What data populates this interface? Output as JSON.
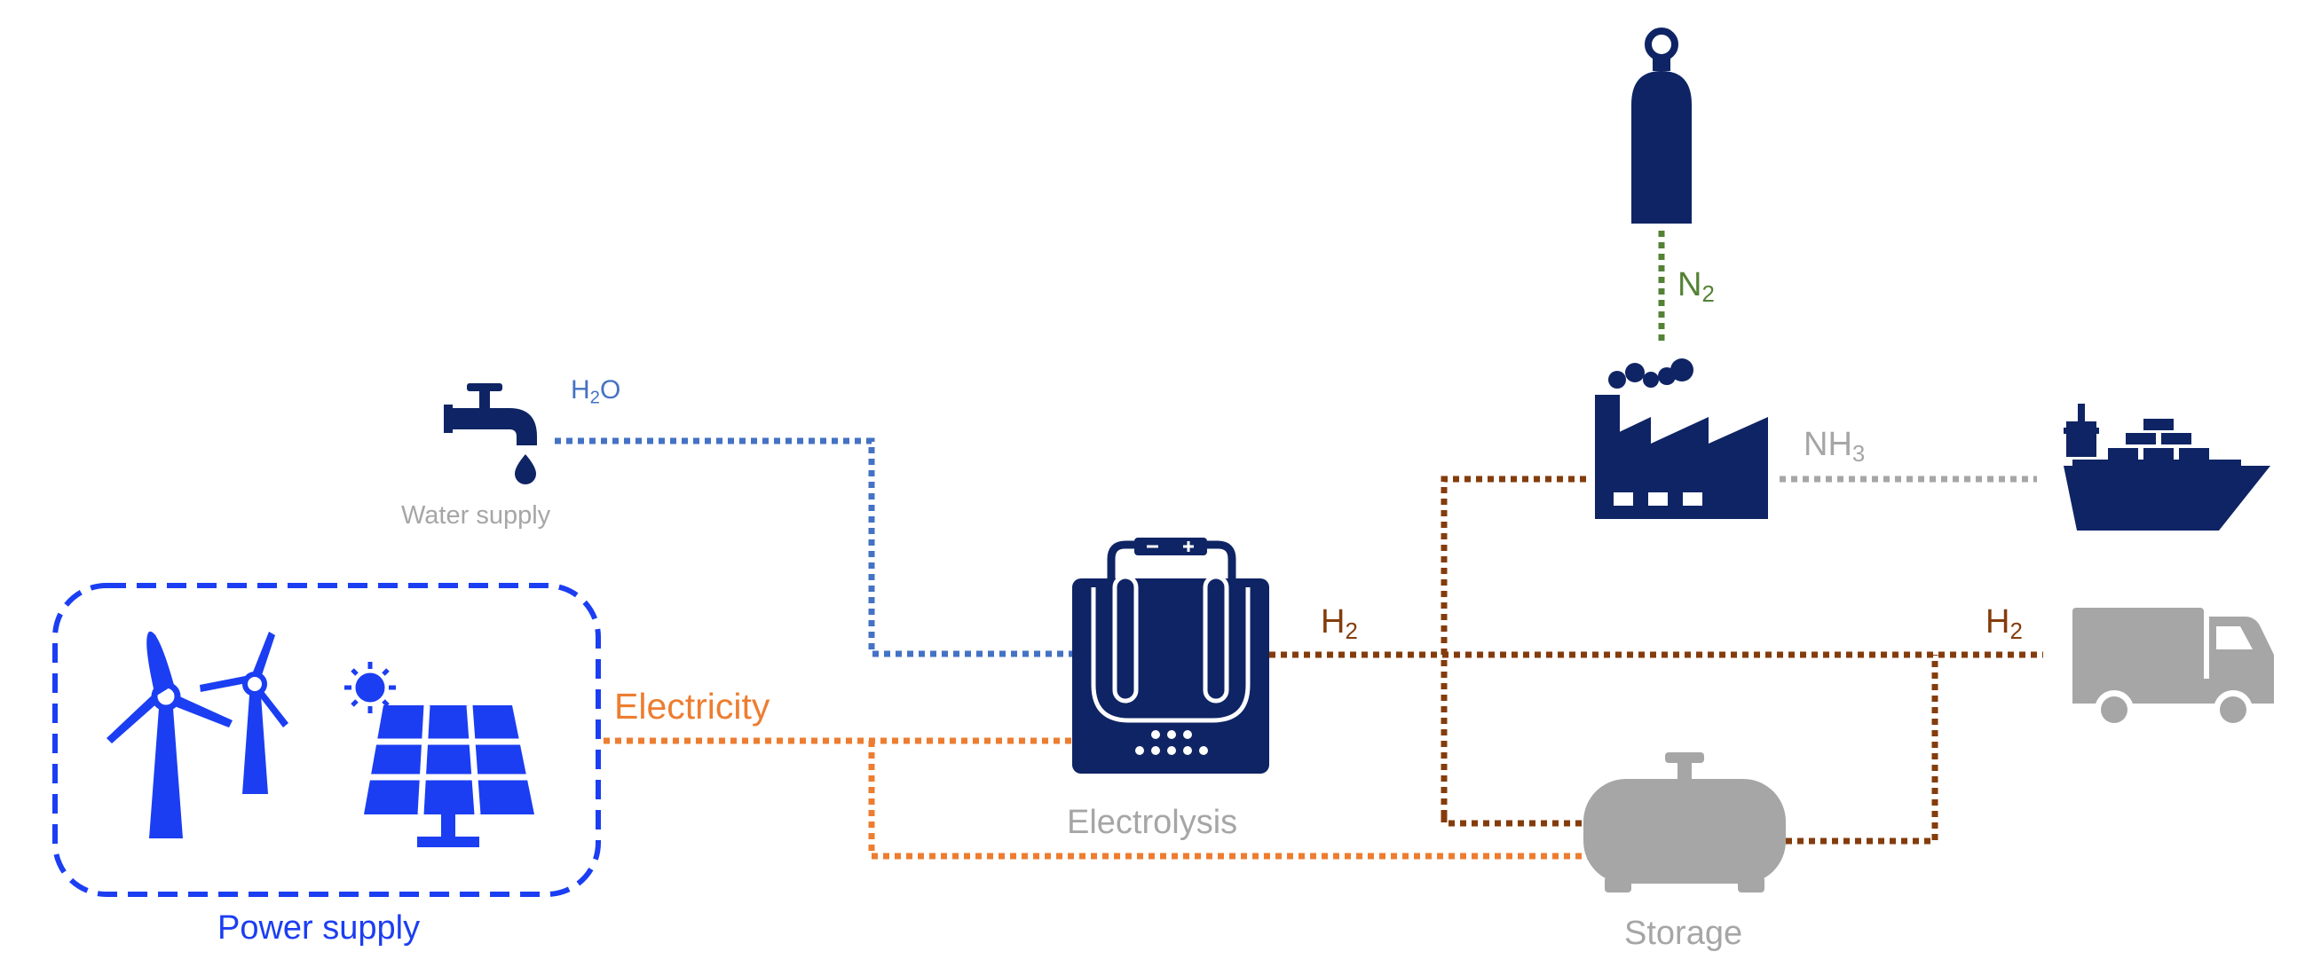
{
  "colors": {
    "navy": "#0f2464",
    "blue": "#1b3ef2",
    "water_blue": "#4472c4",
    "orange": "#ed7d31",
    "brown": "#843c0c",
    "green": "#548235",
    "gray": "#a6a6a6",
    "label_gray": "#a6a6a6"
  },
  "labels": {
    "power_supply": "Power supply",
    "water_supply": "Water supply",
    "electricity": "Electricity",
    "electrolysis": "Electrolysis",
    "storage": "Storage",
    "h2o_base": "H",
    "h2o_sub": "2",
    "h2o_tail": "O",
    "h2_base": "H",
    "h2_sub": "2",
    "n2_base": "N",
    "n2_sub": "2",
    "nh3_base": "NH",
    "nh3_sub": "3"
  },
  "icons": [
    "wind-turbine-icon",
    "sun-icon",
    "solar-panel-icon",
    "water-tap-icon",
    "electrolyzer-icon",
    "factory-icon",
    "gas-cylinder-icon",
    "ship-icon",
    "truck-icon",
    "storage-tank-icon"
  ]
}
